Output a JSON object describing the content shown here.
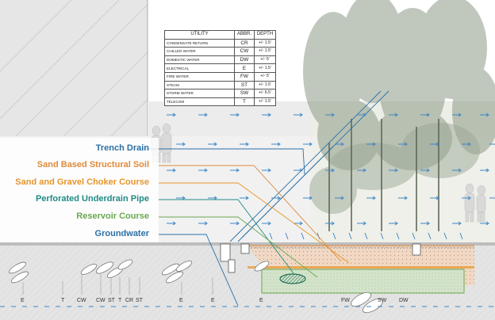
{
  "table": {
    "headers": [
      "UTILITY",
      "ABBR.",
      "DEPTH"
    ],
    "rows": [
      {
        "utility": "CONDENSATE RETURN",
        "abbr": "CR",
        "depth": "+/- 1.5'"
      },
      {
        "utility": "CHILLED WATER",
        "abbr": "CW",
        "depth": "+/- 1.5'"
      },
      {
        "utility": "DOMESTIC WATER",
        "abbr": "DW",
        "depth": "+/- 5'"
      },
      {
        "utility": "ELECTRICAL",
        "abbr": "E",
        "depth": "+/- 1.5'"
      },
      {
        "utility": "FIRE WATER",
        "abbr": "FW",
        "depth": "+/- 5'"
      },
      {
        "utility": "STEAM",
        "abbr": "ST",
        "depth": "+/- 1.5'"
      },
      {
        "utility": "STORM WATER",
        "abbr": "SW",
        "depth": "+/- 6.5'"
      },
      {
        "utility": "TELECOM",
        "abbr": "T",
        "depth": "+/- 1.5'"
      }
    ]
  },
  "legend": [
    {
      "label": "Trench Drain",
      "color": "#2a6fa6"
    },
    {
      "label": "Sand Based Structural Soil",
      "color": "#e08a3c"
    },
    {
      "label": "Sand and Gravel Choker Course",
      "color": "#e8952a"
    },
    {
      "label": "Perforated Underdrain Pipe",
      "color": "#1e8a86"
    },
    {
      "label": "Reservoir Course",
      "color": "#6aa84f"
    },
    {
      "label": "Groundwater",
      "color": "#2a6fa6"
    }
  ],
  "utility_codes": [
    "E",
    "T",
    "CW",
    "CW",
    "ST",
    "T",
    "CR",
    "ST",
    "E",
    "E",
    "E",
    "FW",
    "SW",
    "DW"
  ],
  "colors": {
    "flow_arrow": "#3d86c6",
    "tree": "#8a9a86",
    "soil": "#e9c7ac",
    "reservoir": "#cfe3c4",
    "ground": "#e2e2e2"
  }
}
